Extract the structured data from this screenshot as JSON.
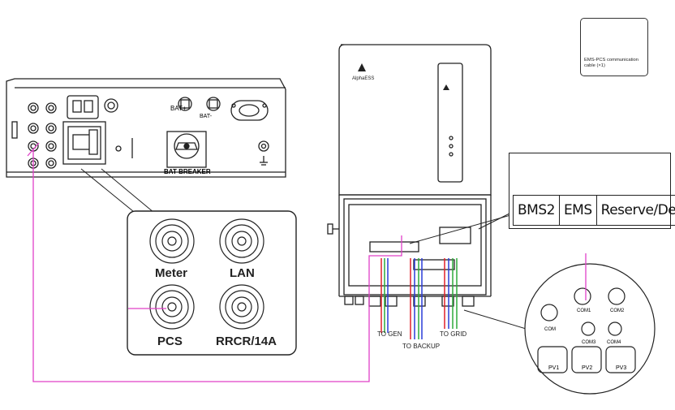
{
  "battery": {
    "port_labels": [
      "Meter",
      "LAN",
      "PCS",
      "RRCR/14A"
    ],
    "bat_plus": "BAT+",
    "bat_minus": "BAT-",
    "breaker_label": "BAT BREAKER"
  },
  "inverter": {
    "brand": "AlphaESS",
    "bottom_labels": {
      "to_gen": "TO GEN",
      "to_backup": "TO BACKUP",
      "to_grid": "TO GRID"
    }
  },
  "callout_ports": [
    "BMS2",
    "EMS",
    "Reserve/Debug"
  ],
  "com_panel": {
    "com": "COM",
    "com1": "COM1",
    "com2": "COM2",
    "com3": "COM3",
    "com4": "COM4",
    "pv1": "PV1",
    "pv2": "PV2",
    "pv3": "PV3"
  },
  "accessory": {
    "caption": "EMS-PCS communication cable (×1)"
  },
  "colors": {
    "comm_cable": "#e040c8",
    "wire_red": "#e0202a",
    "wire_blue": "#2a3cd8",
    "wire_green": "#2eaa3a",
    "line": "#222222"
  }
}
